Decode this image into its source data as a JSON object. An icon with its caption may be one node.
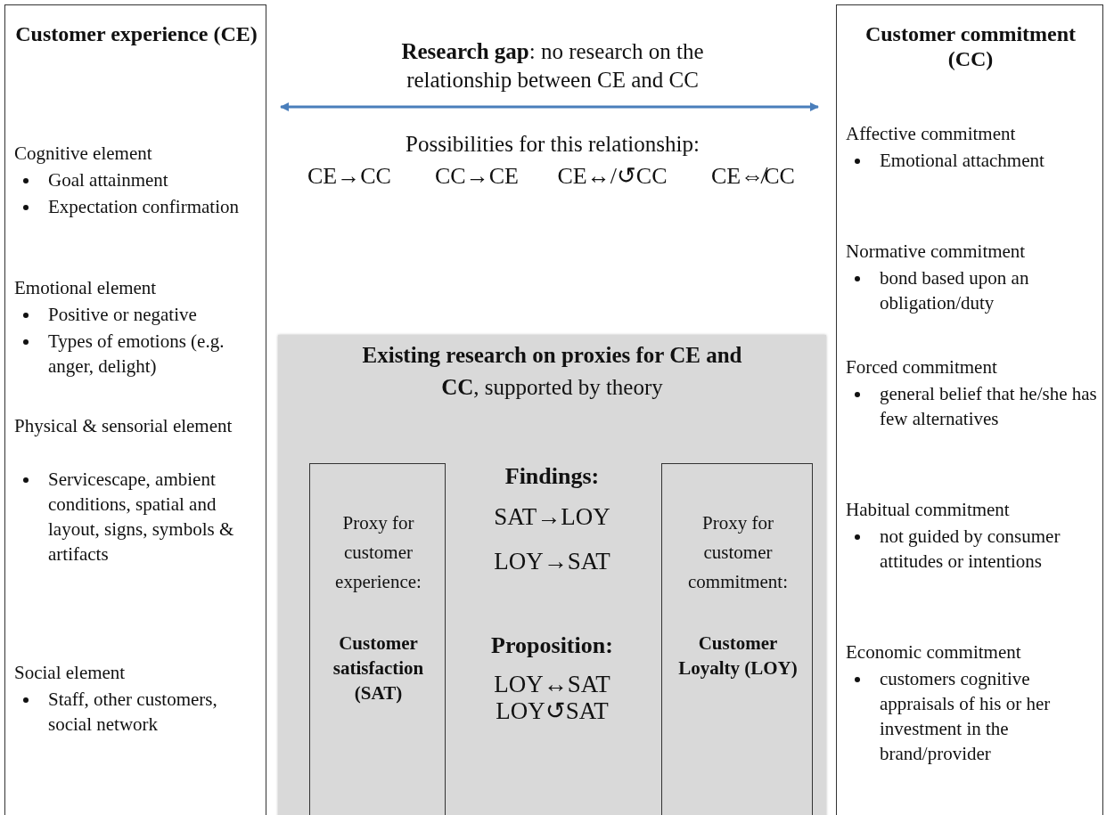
{
  "diagram": {
    "nodes": [
      {
        "text": [
          "Customer experience (CE)",
          "Cognitive element",
          "Goal attainment",
          "Expectation confirmation",
          "Emotional element",
          "Positive or negative",
          "Types of emotions (e.g. anger, delight)",
          "Physical & sensorial element",
          "Servicescape, ambient conditions, spatial and layout, signs, symbols & artifacts",
          "Social element",
          "Staff, other customers, social network"
        ]
      },
      {
        "text": [
          "Customer commitment (CC)",
          "Affective commitment",
          "Emotional attachment",
          "Normative commitment",
          "bond based upon an obligation/duty",
          "Forced commitment",
          "general belief that he/she has few alternatives",
          "Habitual commitment",
          "not guided by consumer attitudes or intentions",
          "Economic commitment",
          "customers cognitive appraisals of his or her investment in the brand/provider"
        ]
      },
      {
        "text": [
          "**Existing research on proxies for CE and CC**, supported by theory",
          "Findings:",
          "SAT→LOY",
          "LOY→SAT",
          "Proposition:",
          "LOY↔SAT",
          "LOY↺SAT"
        ]
      },
      {
        "text": [
          "Proxy for customer experience:",
          "Customer satisfaction (SAT)"
        ],
        "in": 2
      },
      {
        "text": [
          "Proxy for customer commitment:",
          "Customer Loyalty (LOY)"
        ],
        "in": 2
      }
    ],
    "edges": [
      {
        "from": 0,
        "to": 1,
        "arrow": "both",
        "label": "**Research gap**: no research on the relationship between CE and CC",
        "color": "#4a7ebb"
      }
    ],
    "labels": [
      "Possibilities for this relationship:",
      "CE→CC",
      "CC→CE",
      "CE↔/↺CC",
      "CE⇎CC"
    ]
  }
}
